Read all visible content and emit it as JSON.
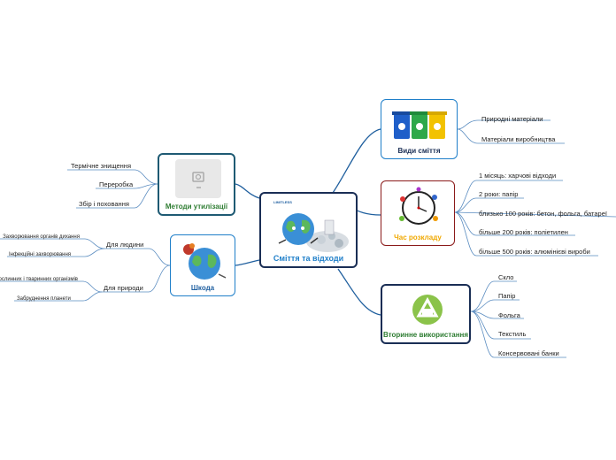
{
  "central": {
    "title": "Сміття та відходи",
    "logo_text": "LIMITLESS"
  },
  "branches": {
    "types": {
      "title": "Види сміття",
      "color": "#1f7fc9",
      "items": [
        "Природні матеріали",
        "Матеріали виробництва"
      ]
    },
    "time": {
      "title": "Час розкладу",
      "color": "#8b1a1a",
      "title_color": "#f0a800",
      "items": [
        "1 місяць: харчові відходи",
        "2 роки: папір",
        "близько 100 років: бетон, фольга, батареї",
        "більше 200 років: поліетилен",
        "більше 500 років: алюмінієві вироби"
      ]
    },
    "recycle": {
      "title": "Вторинне використання",
      "color": "#1a2e55",
      "title_color": "#2e7d32",
      "items": [
        "Скло",
        "Папір",
        "Фольга",
        "Текстиль",
        "Консервовані банки"
      ]
    },
    "methods": {
      "title": "Методи утилізації",
      "color": "#1e5a73",
      "title_color": "#2e7d32",
      "items": [
        "Термічне знищення",
        "Переробка",
        "Збір і поховання"
      ]
    },
    "harm": {
      "title": "Шкода",
      "color": "#1f7fc9",
      "title_color": "#1f5fa0",
      "sub": [
        {
          "label": "Для людини",
          "items": [
            "Захворювання органів дихання",
            "Інфекційні захворювання"
          ]
        },
        {
          "label": "Для природи",
          "items": [
            "Загибель рослинних і тваринних організмів",
            "Забруднення планети"
          ]
        }
      ]
    }
  }
}
